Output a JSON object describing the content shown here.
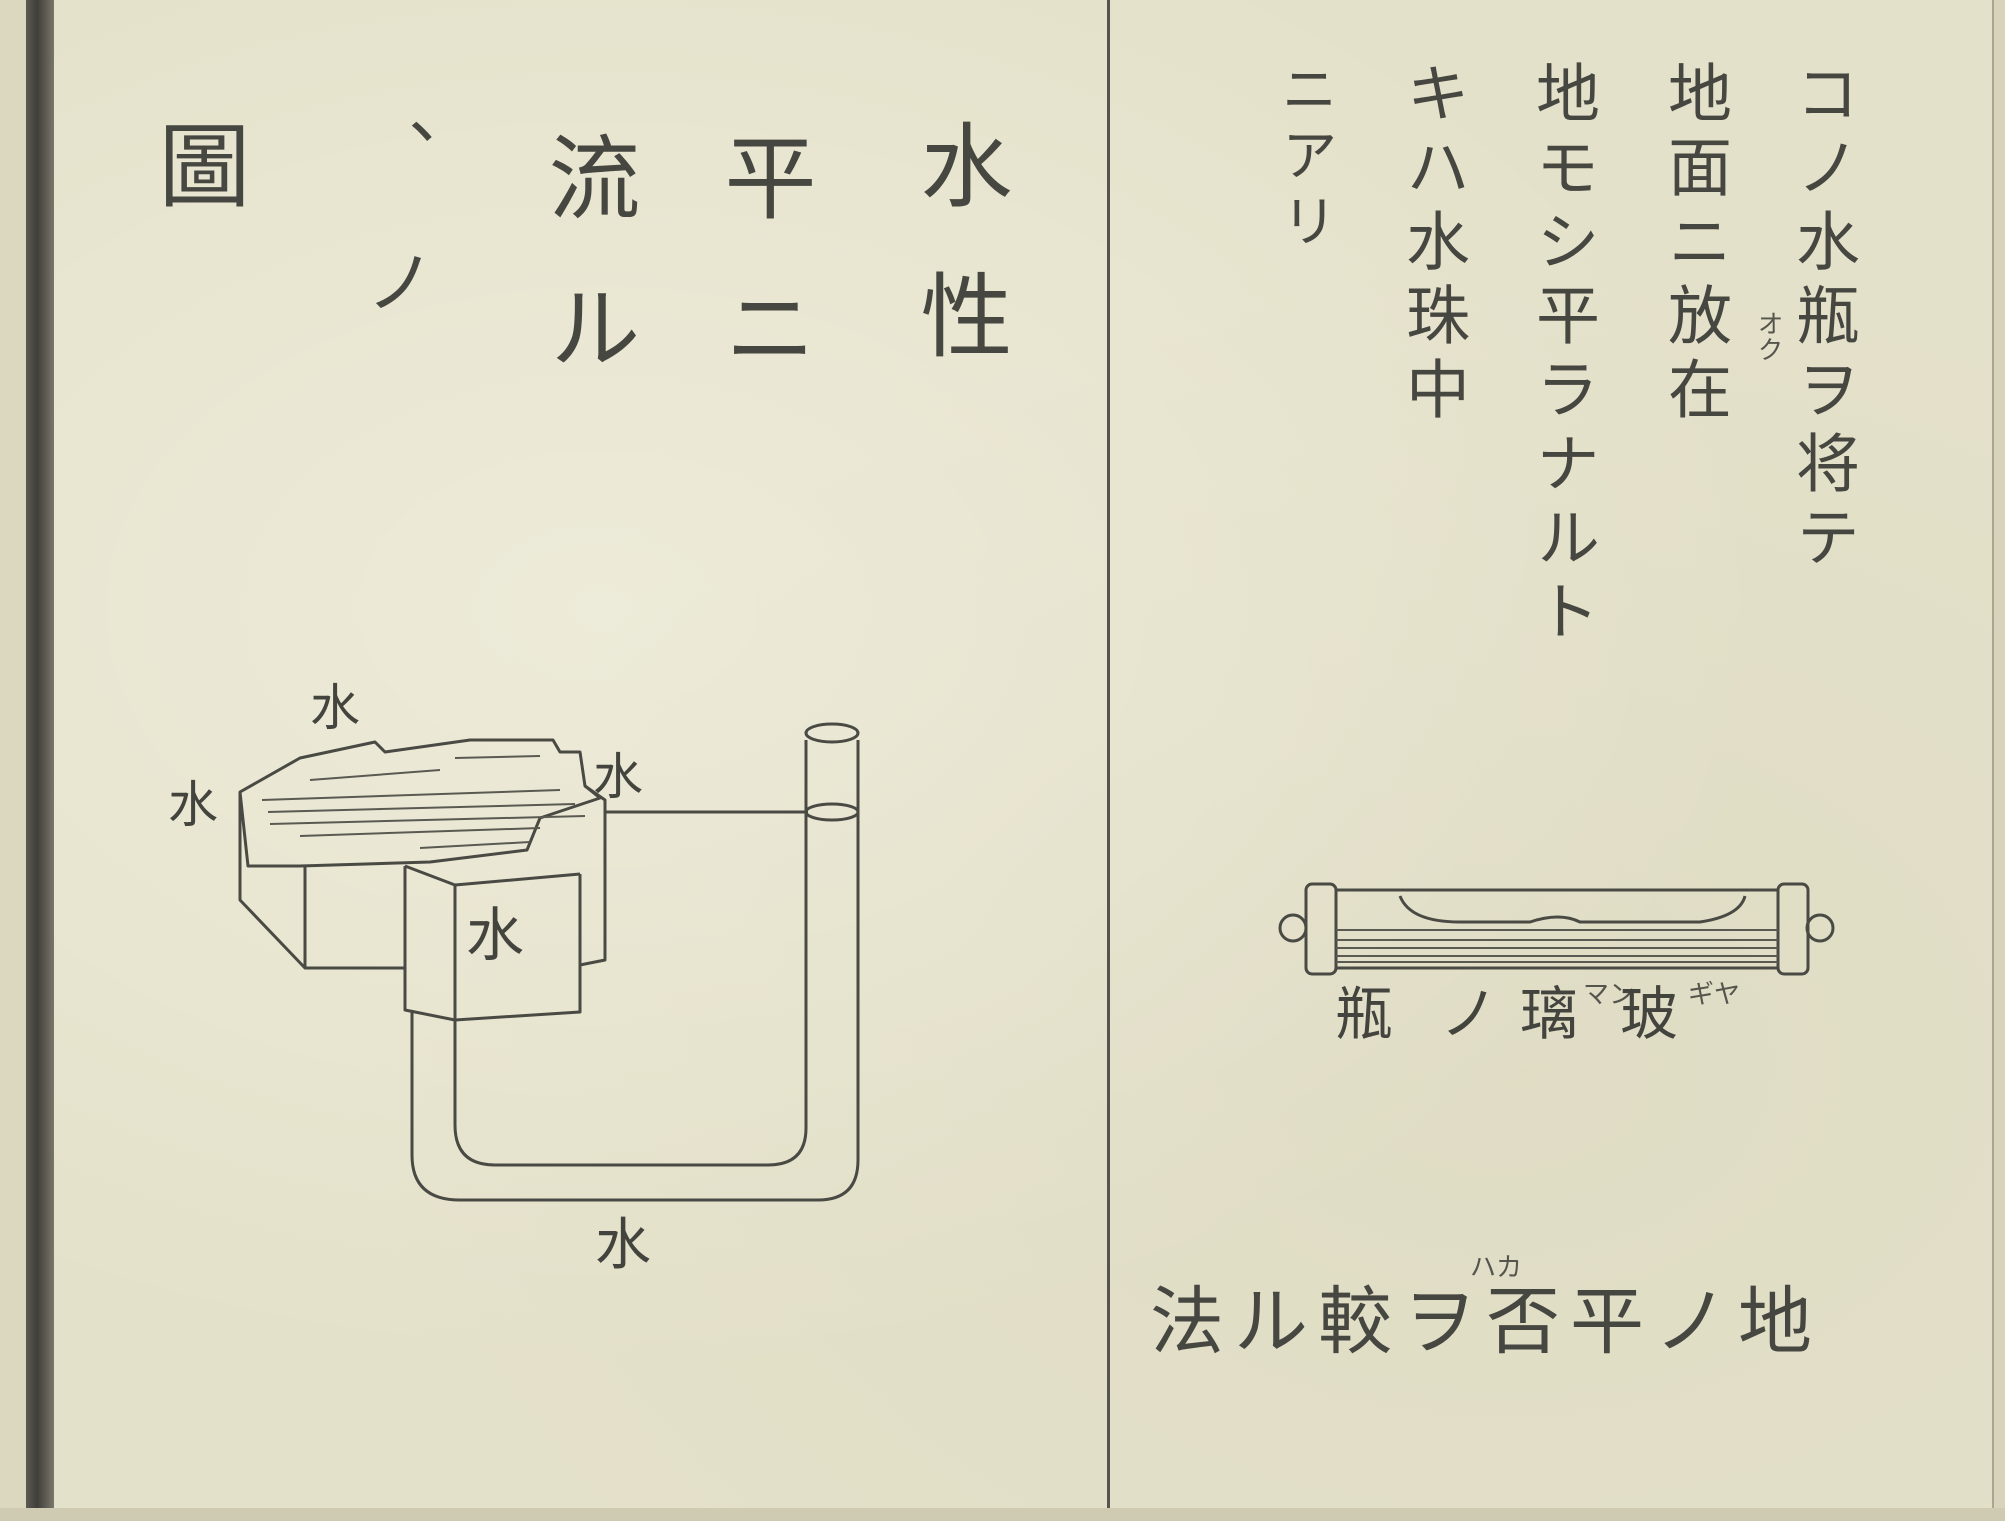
{
  "left_page": {
    "title_columns": [
      "水性",
      "平ニ",
      "流ル",
      "、ノ",
      "圖"
    ],
    "labels": {
      "top": "水",
      "left": "水",
      "right": "水",
      "front": "水",
      "bottom": "水"
    }
  },
  "right_page": {
    "text_columns": [
      "コノ水瓶ヲ将テ",
      "地面ニ放在",
      "地モシ平ラナルト",
      "キハ水珠中",
      "ニアリ"
    ],
    "ruby_oku": "オク",
    "level_labels": {
      "bottle_a": "瓶",
      "no": "ノ",
      "ruri": "璃",
      "ruri_ruby": "マン",
      "gya": "玻",
      "gya_ruby": "ギヤ"
    },
    "caption_main": "法ル較ヲ否平ノ地",
    "caption_ruby": "ハカ"
  }
}
